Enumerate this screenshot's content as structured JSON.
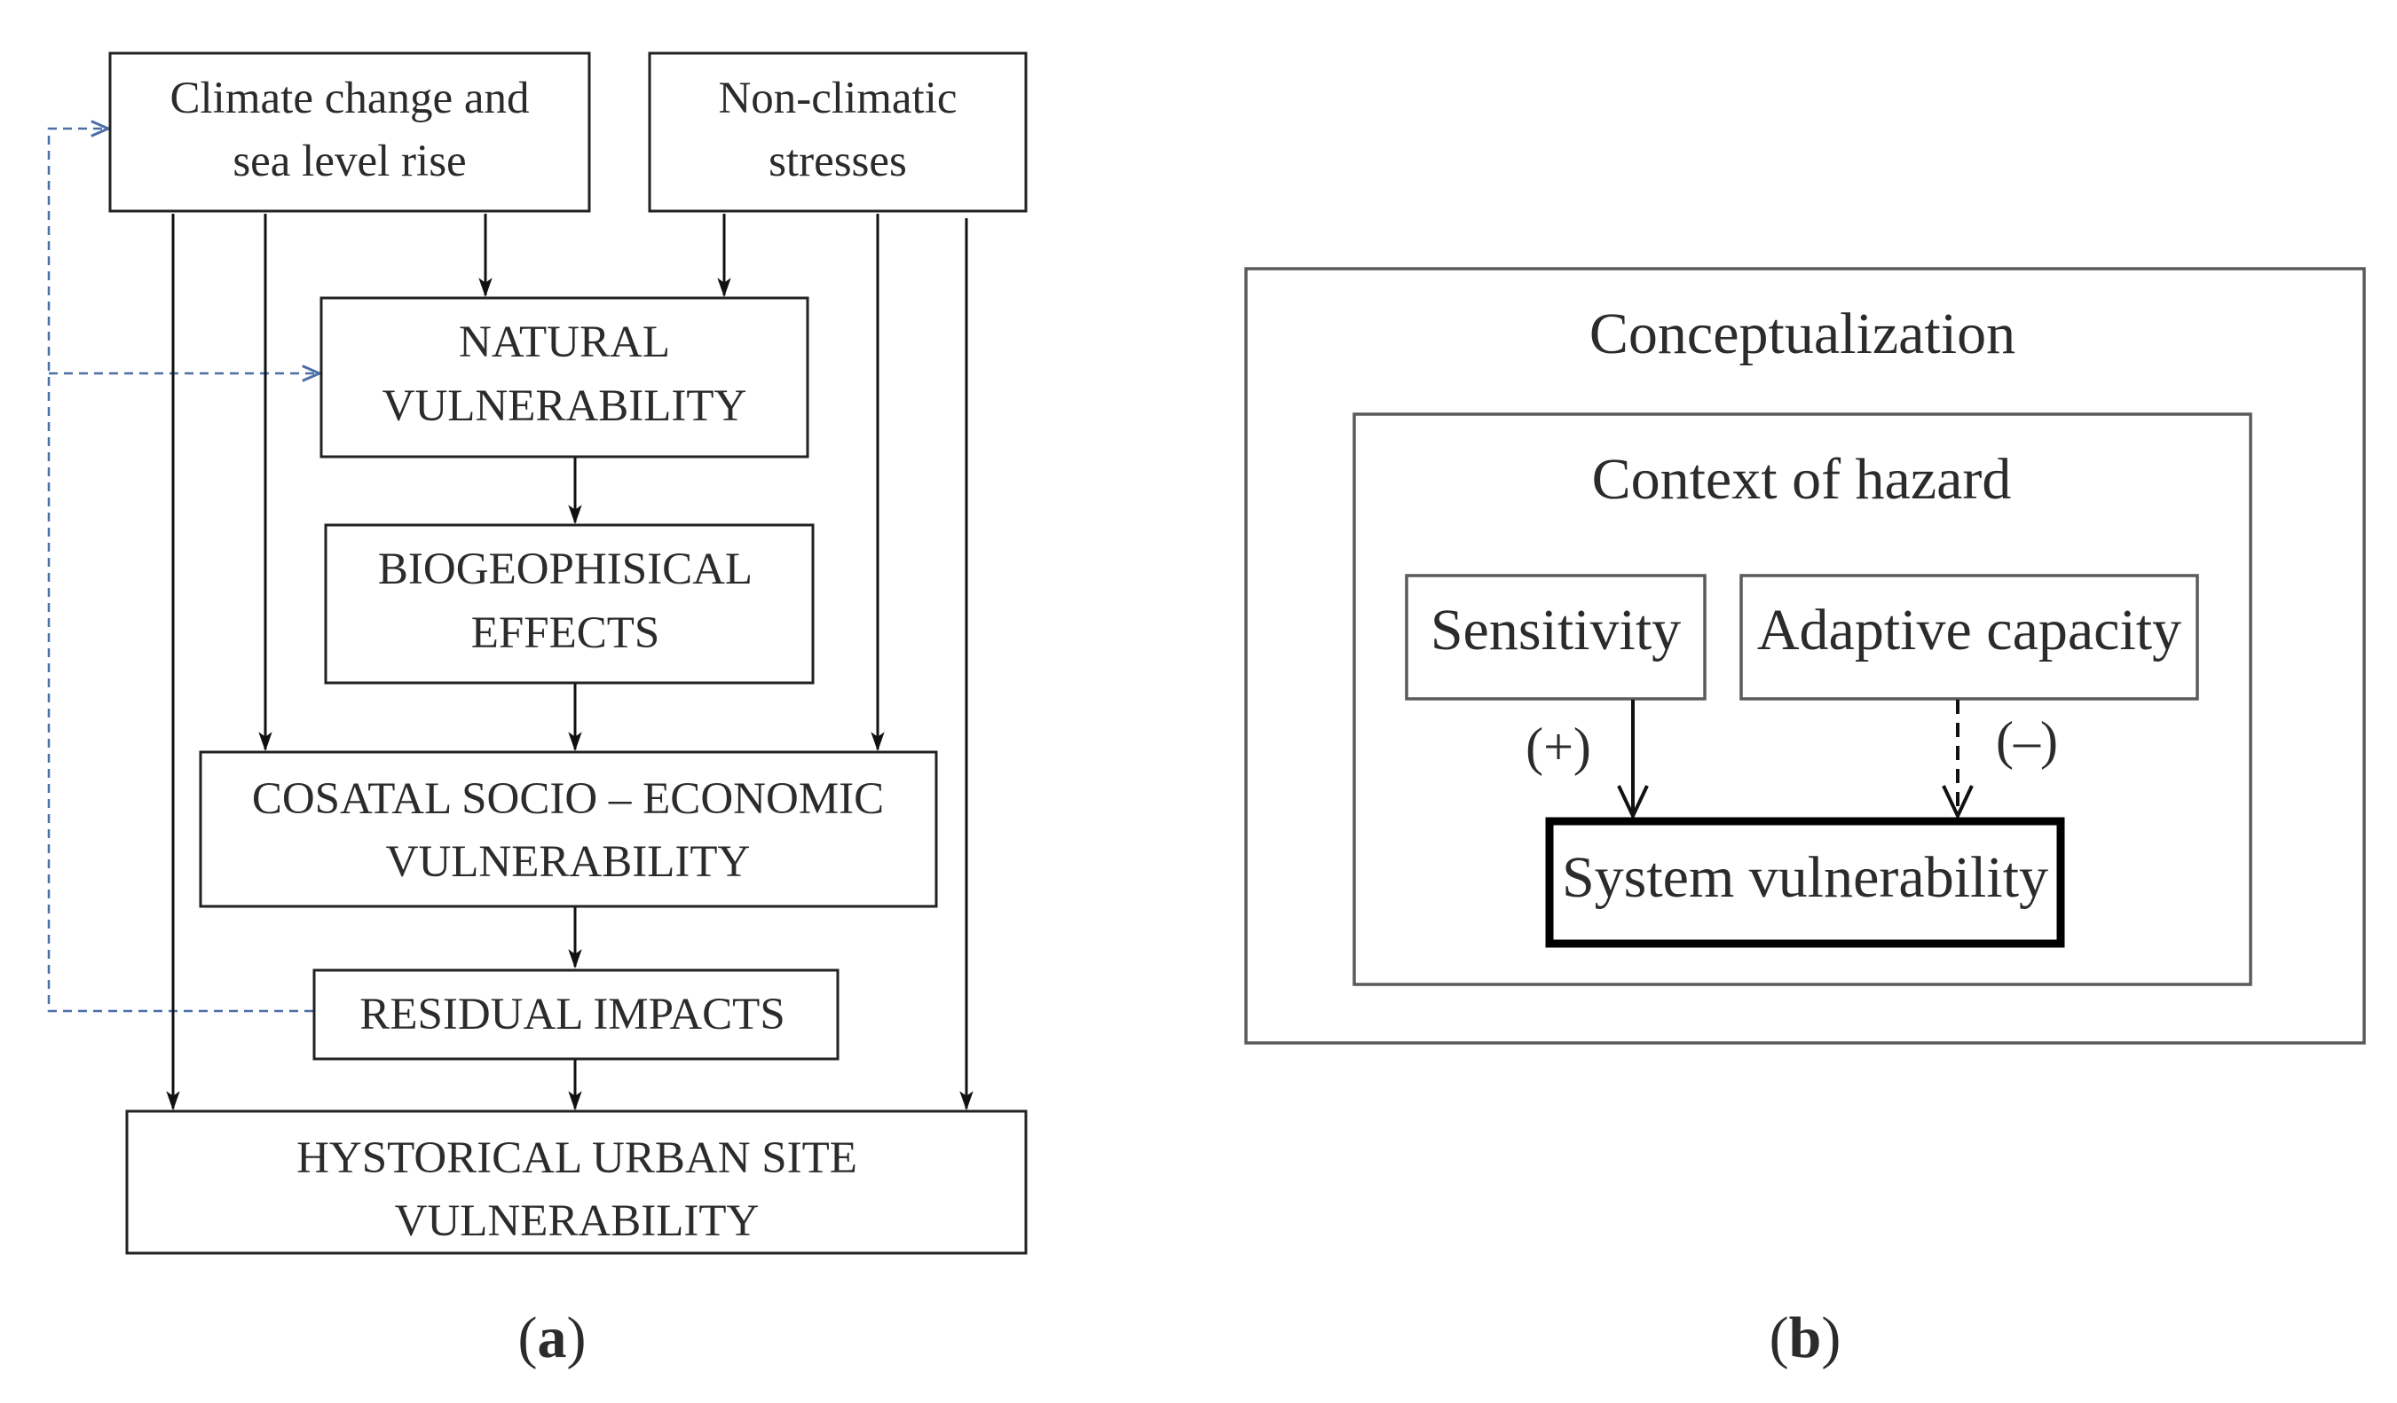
{
  "panel_a": {
    "climate_box": {
      "line1": "Climate change and",
      "line2": "sea level rise"
    },
    "nonclimatic_box": {
      "line1": "Non-climatic",
      "line2": "stresses"
    },
    "natural_box": {
      "line1": "NATURAL",
      "line2": "VULNERABILITY"
    },
    "biogeo_box": {
      "line1": "BIOGEOPHISICAL",
      "line2": "EFFECTS"
    },
    "coastal_box": {
      "line1": "COSATAL  SOCIO – ECONOMIC",
      "line2": "VULNERABILITY"
    },
    "residual_box": {
      "line1": "RESIDUAL  IMPACTS"
    },
    "historical_box": {
      "line1": "HYSTORICAL  URBAN SITE",
      "line2": "VULNERABILITY"
    },
    "caption_open": "(",
    "caption_letter": "a",
    "caption_close": ")"
  },
  "panel_b": {
    "outer_title": "Conceptualization",
    "inner_title": "Context of hazard",
    "sensitivity": "Sensitivity",
    "adaptive_capacity": "Adaptive capacity",
    "system_vulnerability": "System vulnerability",
    "plus_sign": "(+)",
    "minus_sign": "(–)",
    "caption_open": "(",
    "caption_letter": "b",
    "caption_close": ")"
  },
  "colors": {
    "feedback_dashed": "#4a6fa5",
    "line": "#111111"
  }
}
